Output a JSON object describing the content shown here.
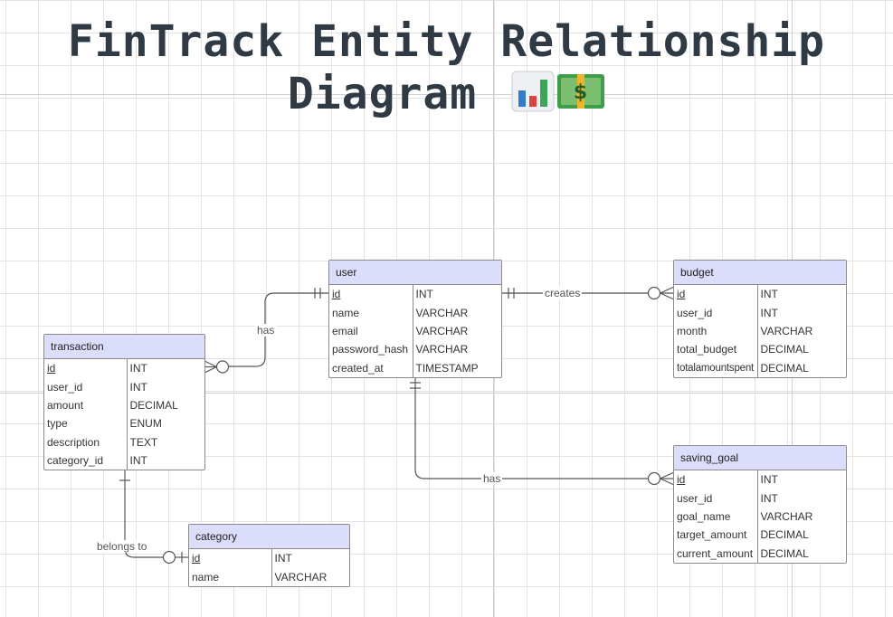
{
  "title": {
    "line1": "FinTrack Entity Relationship",
    "line2": "Diagram"
  },
  "entities": {
    "user": {
      "name": "user",
      "rows": [
        {
          "field": "id",
          "type": "INT",
          "pk": true
        },
        {
          "field": "name",
          "type": "VARCHAR"
        },
        {
          "field": "email",
          "type": "VARCHAR"
        },
        {
          "field": "password_hash",
          "type": "VARCHAR"
        },
        {
          "field": "created_at",
          "type": "TIMESTAMP"
        }
      ]
    },
    "budget": {
      "name": "budget",
      "rows": [
        {
          "field": "id",
          "type": "INT",
          "pk": true
        },
        {
          "field": "user_id",
          "type": "INT"
        },
        {
          "field": "month",
          "type": "VARCHAR"
        },
        {
          "field": "total_budget",
          "type": "DECIMAL"
        },
        {
          "field": "totalamountspent",
          "type": "DECIMAL"
        }
      ]
    },
    "transaction": {
      "name": "transaction",
      "rows": [
        {
          "field": "id",
          "type": "INT",
          "pk": true
        },
        {
          "field": "user_id",
          "type": "INT"
        },
        {
          "field": "amount",
          "type": "DECIMAL"
        },
        {
          "field": "type",
          "type": "ENUM"
        },
        {
          "field": "description",
          "type": "TEXT"
        },
        {
          "field": "category_id",
          "type": "INT"
        }
      ]
    },
    "saving_goal": {
      "name": "saving_goal",
      "rows": [
        {
          "field": "id",
          "type": "INT",
          "pk": true
        },
        {
          "field": "user_id",
          "type": "INT"
        },
        {
          "field": "goal_name",
          "type": "VARCHAR"
        },
        {
          "field": "target_amount",
          "type": "DECIMAL"
        },
        {
          "field": "current_amount",
          "type": "DECIMAL"
        }
      ]
    },
    "category": {
      "name": "category",
      "rows": [
        {
          "field": "id",
          "type": "INT",
          "pk": true
        },
        {
          "field": "name",
          "type": "VARCHAR"
        }
      ]
    }
  },
  "relationships": {
    "user_transaction": "has",
    "user_budget": "creates",
    "user_saving_goal": "has",
    "transaction_category": "belongs to"
  },
  "colors": {
    "header_fill": "#dcdcfb",
    "border": "#8a8a8a",
    "line": "#555555",
    "title": "#2f3a45"
  },
  "icons": [
    "bar-chart-emoji-icon",
    "dollar-banknote-emoji-icon"
  ]
}
